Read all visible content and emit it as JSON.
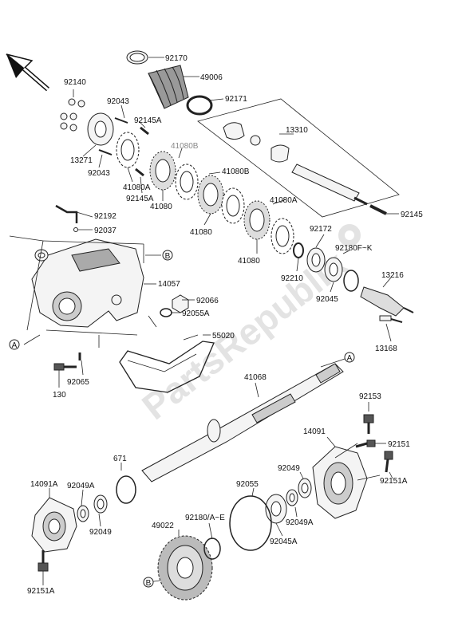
{
  "watermark": "PartsRepublik",
  "callouts": {
    "A": "A",
    "B": "B"
  },
  "labels": {
    "p92170": "92170",
    "p49006": "49006",
    "p92140": "92140",
    "p92171": "92171",
    "p92043a": "92043",
    "p92145Aa": "92145A",
    "p13310": "13310",
    "p41080B_grey": "41080B",
    "p13271": "13271",
    "p92043b": "92043",
    "p41080Aa": "41080A",
    "p92145Ab": "92145A",
    "p41080a": "41080",
    "p41080Ba": "41080B",
    "p41080b": "41080",
    "p41080Ab": "41080A",
    "p92145": "92145",
    "p92192": "92192",
    "p92037": "92037",
    "p92172": "92172",
    "p92180FK": "92180F~K",
    "p41080c": "41080",
    "p92210": "92210",
    "p14057": "14057",
    "p13216": "13216",
    "p92066": "92066",
    "p92045": "92045",
    "p92055A": "92055A",
    "p55020": "55020",
    "p13168": "13168",
    "p92065": "92065",
    "p130": "130",
    "p41068": "41068",
    "p92153": "92153",
    "p14091": "14091",
    "p92151": "92151",
    "p671": "671",
    "p92049a": "92049",
    "p92151Aa": "92151A",
    "p14091A": "14091A",
    "p92049A": "92049A",
    "p92055": "92055",
    "p92049Ab": "92049A",
    "p92049b": "92049",
    "p49022": "49022",
    "p92180AE": "92180/A~E",
    "p92045A": "92045A",
    "p92151Ab": "92151A"
  }
}
